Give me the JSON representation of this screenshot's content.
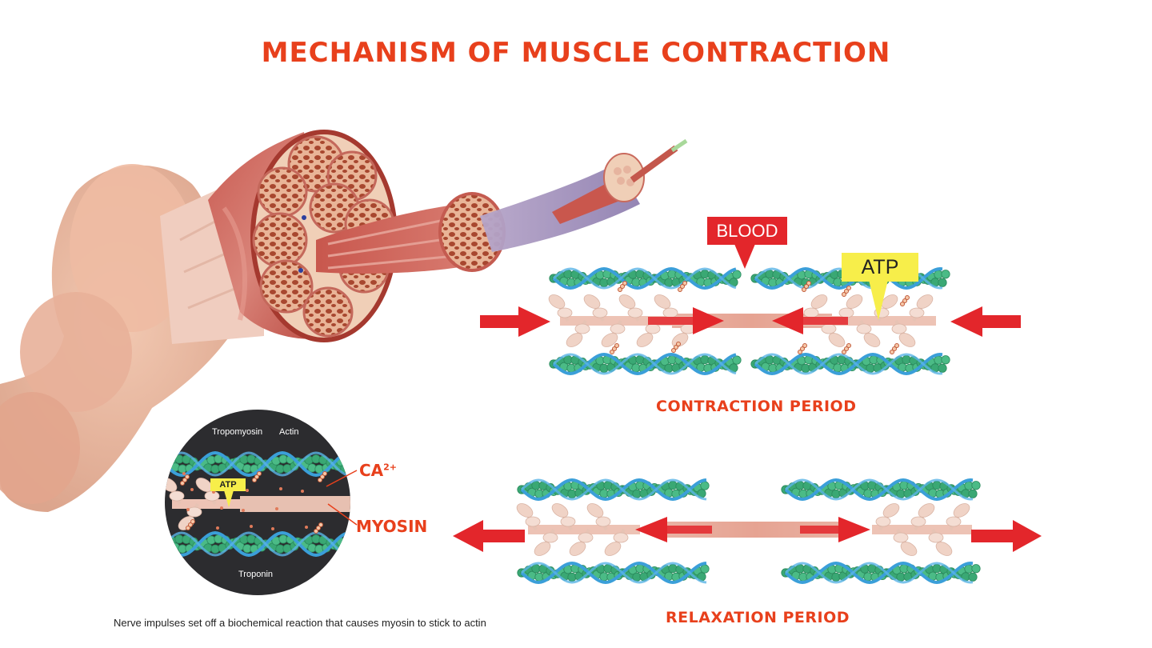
{
  "title": "MECHANISM OF MUSCLE CONTRACTION",
  "labels": {
    "blood": "BLOOD",
    "atp": "ATP",
    "contraction_period": "CONTRACTION PERIOD",
    "relaxation_period": "RELAXATION PERIOD",
    "tropomyosin": "Tropomyosin",
    "actin": "Actin",
    "ca": "CA",
    "ca_charge": "2+",
    "myosin": "MYOSIN",
    "troponin": "Troponin",
    "atp_small": "ATP"
  },
  "caption": "Nerve impulses set off a biochemical reaction that causes myosin to stick to actin",
  "colors": {
    "accent": "#e8401c",
    "arrow_red": "#e3262b",
    "atp_yellow": "#f7ee4a",
    "actin_green": "#3aa874",
    "tropomyosin_blue": "#3b9fd9",
    "myosin_pink": "#f0d3c6",
    "muscle_red": "#c0504a"
  },
  "icons": {
    "push_arrow": "arrow-right-icon",
    "pull_arrow": "arrow-left-icon"
  }
}
